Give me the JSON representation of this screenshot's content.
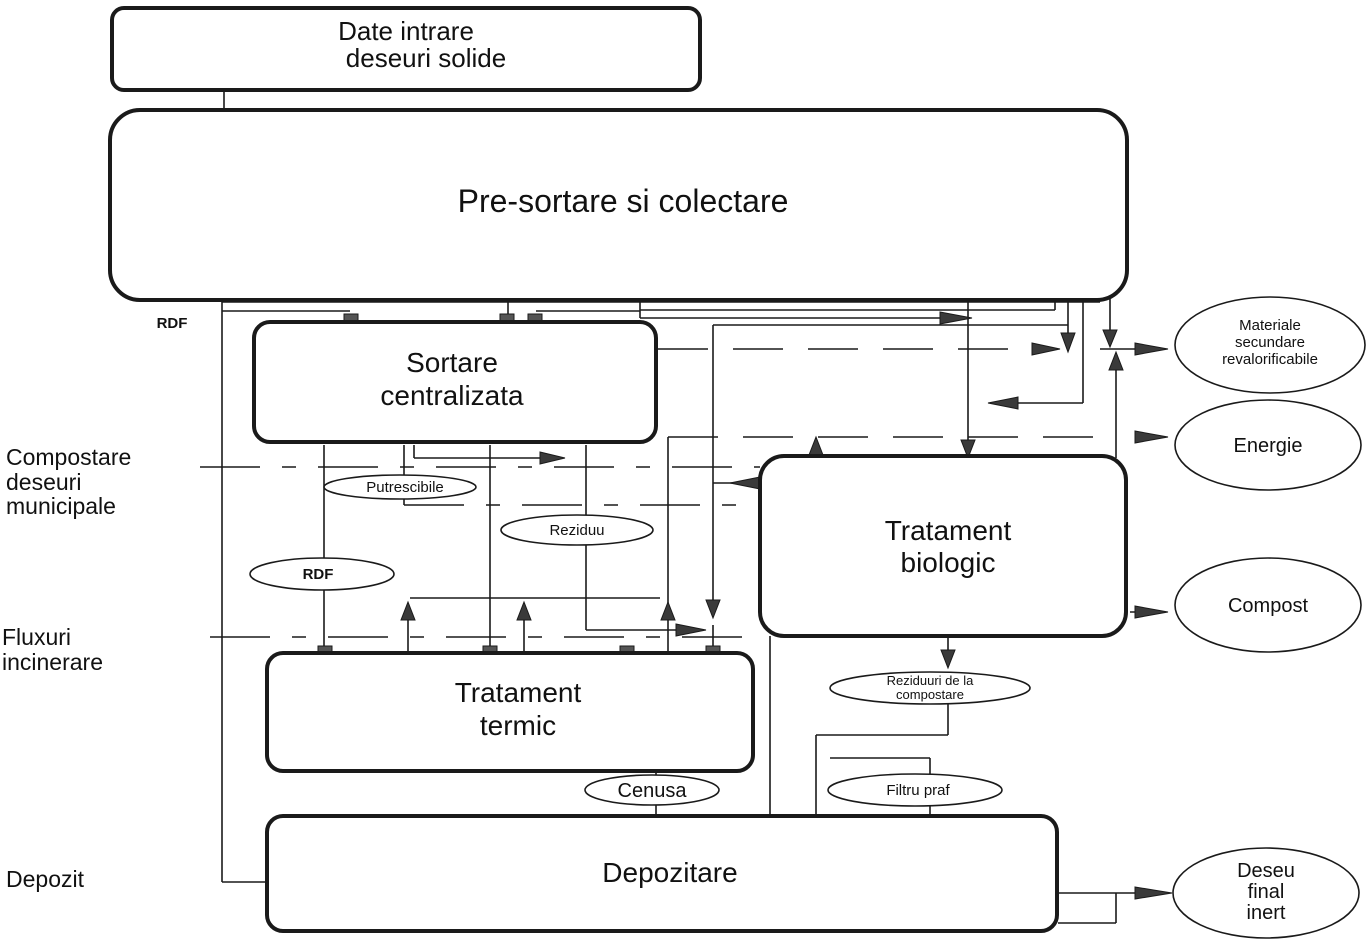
{
  "diagram": {
    "boxes": {
      "input": {
        "line1": "Date intrare",
        "line2": "deseuri solide"
      },
      "presort": {
        "label": "Pre-sortare si colectare"
      },
      "sorting": {
        "line1": "Sortare",
        "line2": "centralizata"
      },
      "biological": {
        "line1": "Tratament",
        "line2": "biologic"
      },
      "thermal": {
        "line1": "Tratament",
        "line2": "termic"
      },
      "landfill": {
        "label": "Depozitare"
      }
    },
    "outputs": {
      "materials": {
        "line1": "Materiale",
        "line2": "secundare",
        "line3": "revalorificabile"
      },
      "energy": {
        "label": "Energie"
      },
      "compost": {
        "label": "Compost"
      },
      "inert": {
        "line1": "Deseu",
        "line2": "final",
        "line3": "inert"
      }
    },
    "flow_labels": {
      "rdf_top": "RDF",
      "putrescibile": "Putrescibile",
      "reziduu": "Reziduu",
      "rdf": "RDF",
      "reziduuri_line1": "Reziduuri de la",
      "reziduuri_line2": "compostare",
      "cenusa": "Cenusa",
      "filtru": "Filtru praf"
    },
    "side_labels": {
      "compost_line1": "Compostare",
      "compost_line2": "deseuri",
      "compost_line3": "municipale",
      "incin_line1": "Fluxuri",
      "incin_line2": "incinerare",
      "depozit": "Depozit"
    }
  }
}
